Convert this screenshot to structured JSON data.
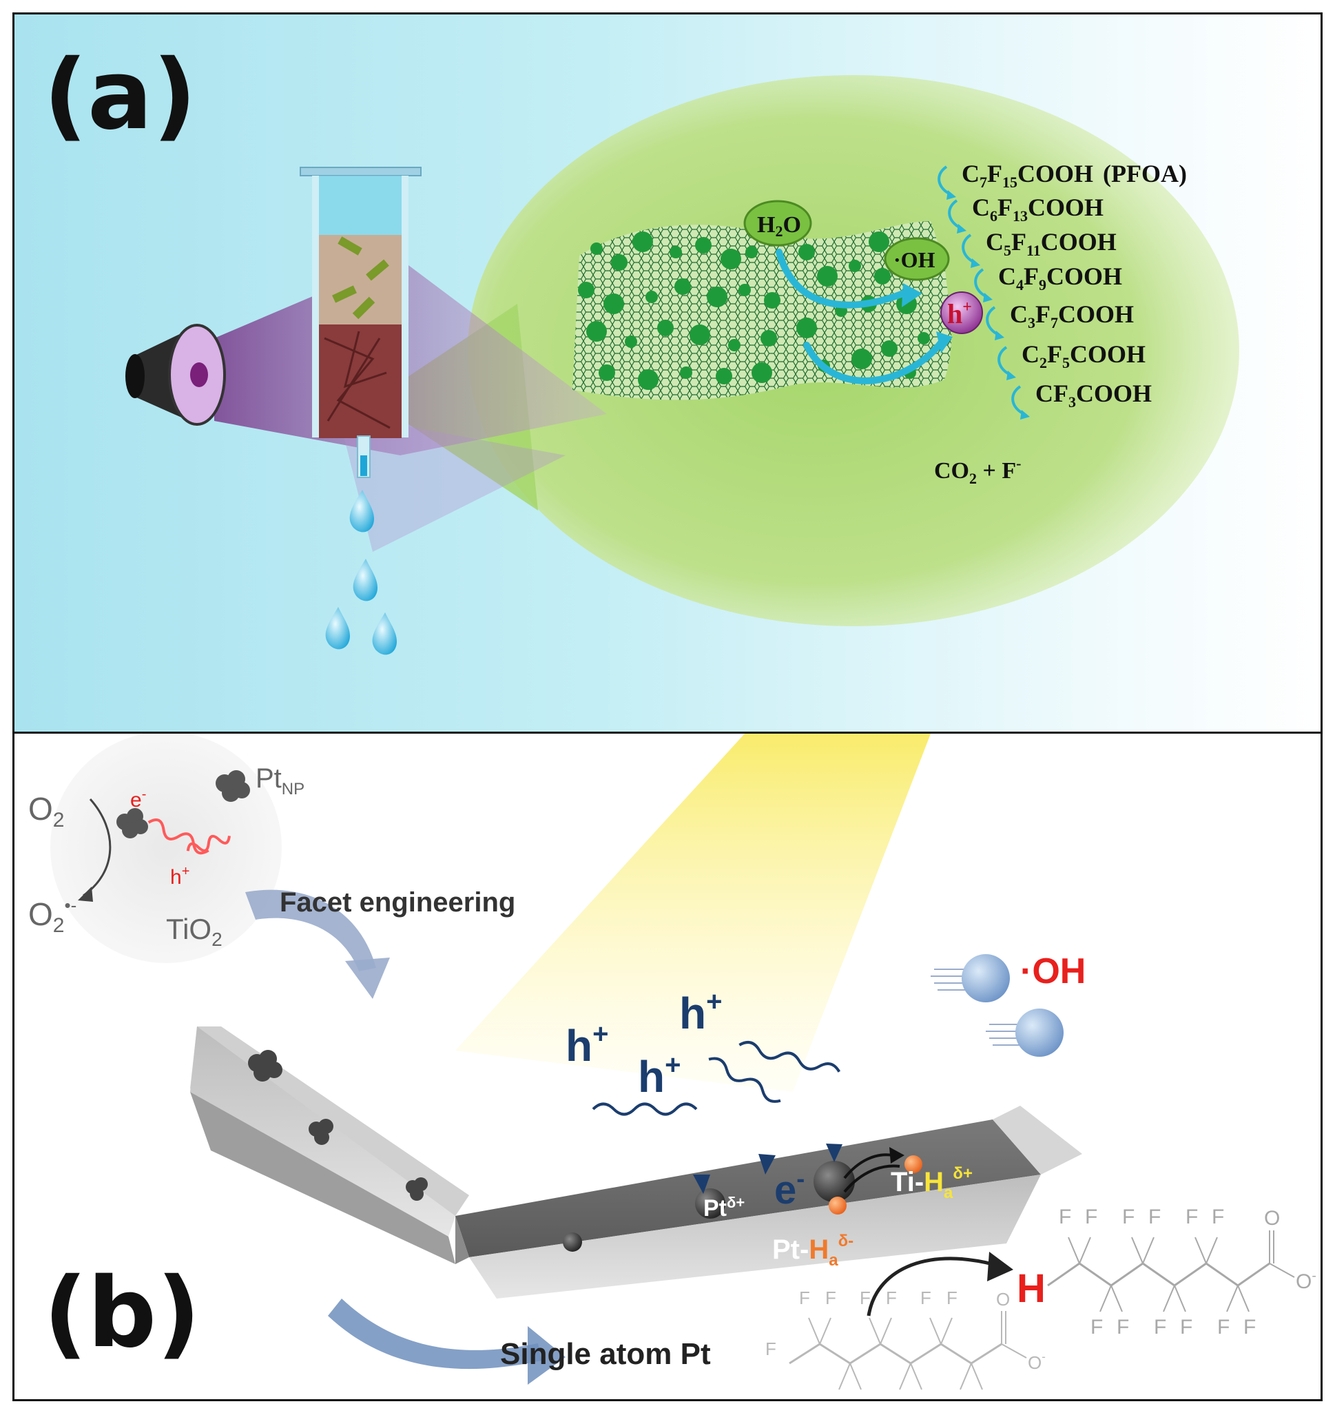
{
  "panel_a": {
    "label": "(a)",
    "chain": [
      {
        "main": "C",
        "sub1": "7",
        "mid": "F",
        "sub2": "15",
        "tail": "COOH",
        "note": "(PFOA)"
      },
      {
        "main": "C",
        "sub1": "6",
        "mid": "F",
        "sub2": "13",
        "tail": "COOH",
        "note": ""
      },
      {
        "main": "C",
        "sub1": "5",
        "mid": "F",
        "sub2": "11",
        "tail": "COOH",
        "note": ""
      },
      {
        "main": "C",
        "sub1": "4",
        "mid": "F",
        "sub2": "9",
        "tail": "COOH",
        "note": ""
      },
      {
        "main": "C",
        "sub1": "3",
        "mid": "F",
        "sub2": "7",
        "tail": "COOH",
        "note": ""
      },
      {
        "main": "C",
        "sub1": "2",
        "mid": "F",
        "sub2": "5",
        "tail": "COOH",
        "note": ""
      },
      {
        "main": "CF",
        "sub1": "3",
        "mid": "",
        "sub2": "",
        "tail": "COOH",
        "note": ""
      }
    ],
    "end_product": {
      "co": "CO",
      "sub": "2",
      "plus": " + F",
      "sup": "-"
    },
    "h2o": {
      "h": "H",
      "sub": "2",
      "o": "O"
    },
    "oh": "·OH",
    "hole": {
      "h": "h",
      "sup": "+"
    },
    "colors": {
      "cyan_arrow": "#29b6d6",
      "sheet_green": "#1f9a3a",
      "hole_red": "#c8102e"
    }
  },
  "panel_b": {
    "label": "(b)",
    "o2": {
      "o": "O",
      "sub": "2"
    },
    "o2_radical": {
      "o": "O",
      "sub": "2",
      "sup": "•-"
    },
    "electron_small": {
      "e": "e",
      "sup": "-"
    },
    "hole_small": {
      "h": "h",
      "sup": "+"
    },
    "pt_np": {
      "pt": "Pt",
      "sub": "NP"
    },
    "tio2": {
      "ti": "TiO",
      "sub": "2"
    },
    "facet": "Facet engineering",
    "holes": [
      {
        "h": "h",
        "sup": "+"
      },
      {
        "h": "h",
        "sup": "+"
      },
      {
        "h": "h",
        "sup": "+"
      }
    ],
    "electron": {
      "e": "e",
      "sup": "-"
    },
    "pt_delta": {
      "pt": "Pt",
      "sup": "δ+"
    },
    "ti_h": {
      "ti": "Ti-",
      "h": "H",
      "sub": "a",
      "sup": "δ+"
    },
    "pt_h": {
      "pt": "Pt-",
      "h": "H",
      "sub": "a",
      "sup": "δ-"
    },
    "oh": "·OH",
    "single_atom": "Single atom Pt",
    "h_atom": "H",
    "f_letter": "F",
    "o_letter": "O",
    "o_minus": {
      "o": "O",
      "sup": "-"
    },
    "colors": {
      "navy": "#1b3d6e",
      "red": "#e8201d",
      "orange": "#f07a2c",
      "yellow": "#f7e53a"
    }
  }
}
